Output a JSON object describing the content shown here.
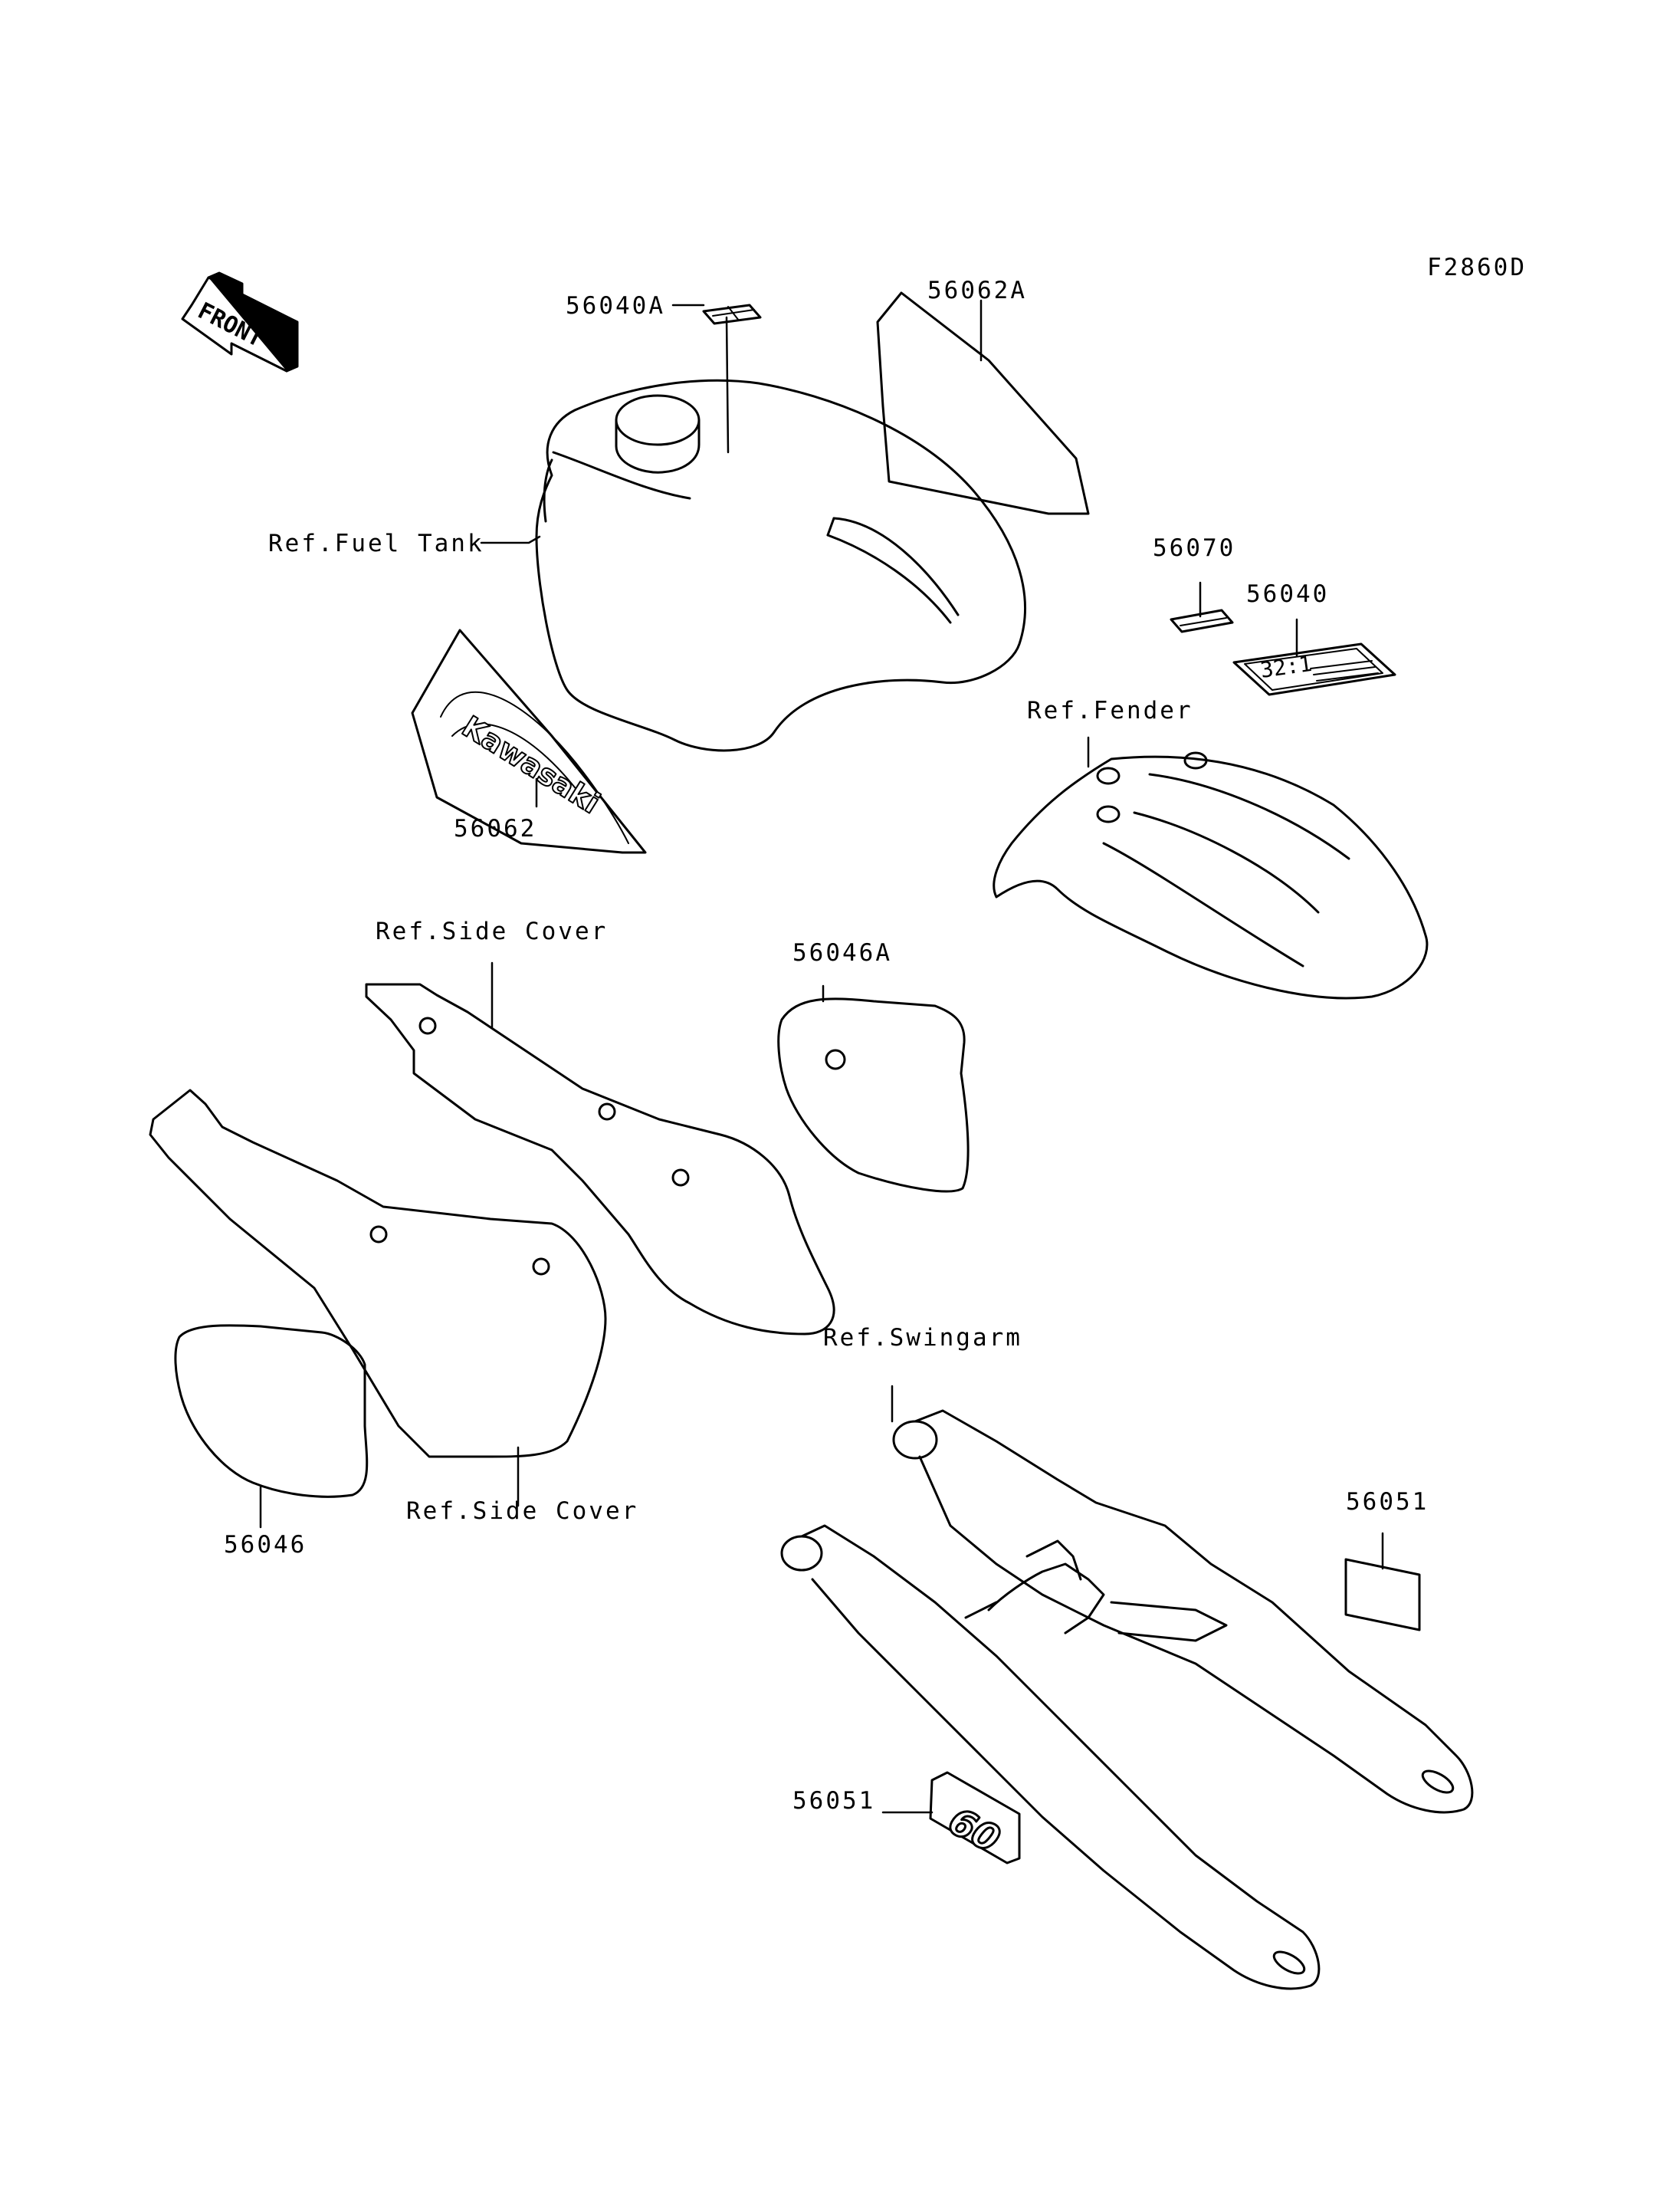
{
  "figure_code": "F2860D",
  "front_label": "FRONT",
  "decal_text": {
    "kawasaki": "Kawasaki",
    "ratio": "32:1",
    "model": "60"
  },
  "parts": {
    "p56040A": "56040A",
    "p56062A": "56062A",
    "p56070": "56070",
    "p56040": "56040",
    "p56062": "56062",
    "p56046A": "56046A",
    "p56046": "56046",
    "p56051_right": "56051",
    "p56051_left": "56051"
  },
  "refs": {
    "fuel_tank": "Ref.Fuel Tank",
    "fender": "Ref.Fender",
    "side_cover_upper": "Ref.Side Cover",
    "side_cover_lower": "Ref.Side Cover",
    "swingarm": "Ref.Swingarm"
  }
}
